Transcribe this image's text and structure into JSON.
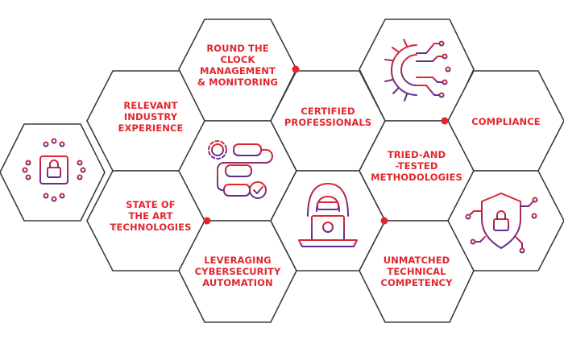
{
  "labels": {
    "round_the_clock": "ROUND THE\nCLOCK\nMANAGEMENT\n& MONITORING",
    "relevant_industry": "RELEVANT\nINDUSTRY\nEXPERIENCE",
    "certified": "CERTIFIED\nPROFESSIONALS",
    "compliance": "COMPLIANCE",
    "tried_tested": "TRIED-AND\n-TESTED\nMETHODOLOGIES",
    "state_of_art": "STATE OF\nTHE ART\nTECHNOLOGIES",
    "leveraging": "LEVERAGING\nCYBERSECURITY\nAUTOMATION",
    "unmatched": "UNMATCHED\nTECHNICAL\nCOMPETENCY"
  },
  "icons": {
    "chip_lock": "circuit-chip-lock-icon",
    "gear_circuit": "gear-circuit-icon",
    "workflow": "workflow-automation-icon",
    "hacker": "hooded-hacker-laptop-icon",
    "shield_lock": "shield-lock-icon"
  },
  "colors": {
    "accent": "#e3262d",
    "icon_gradient_start": "#e3262d",
    "icon_gradient_end": "#5b2d90",
    "outline": "#3d3a45"
  }
}
